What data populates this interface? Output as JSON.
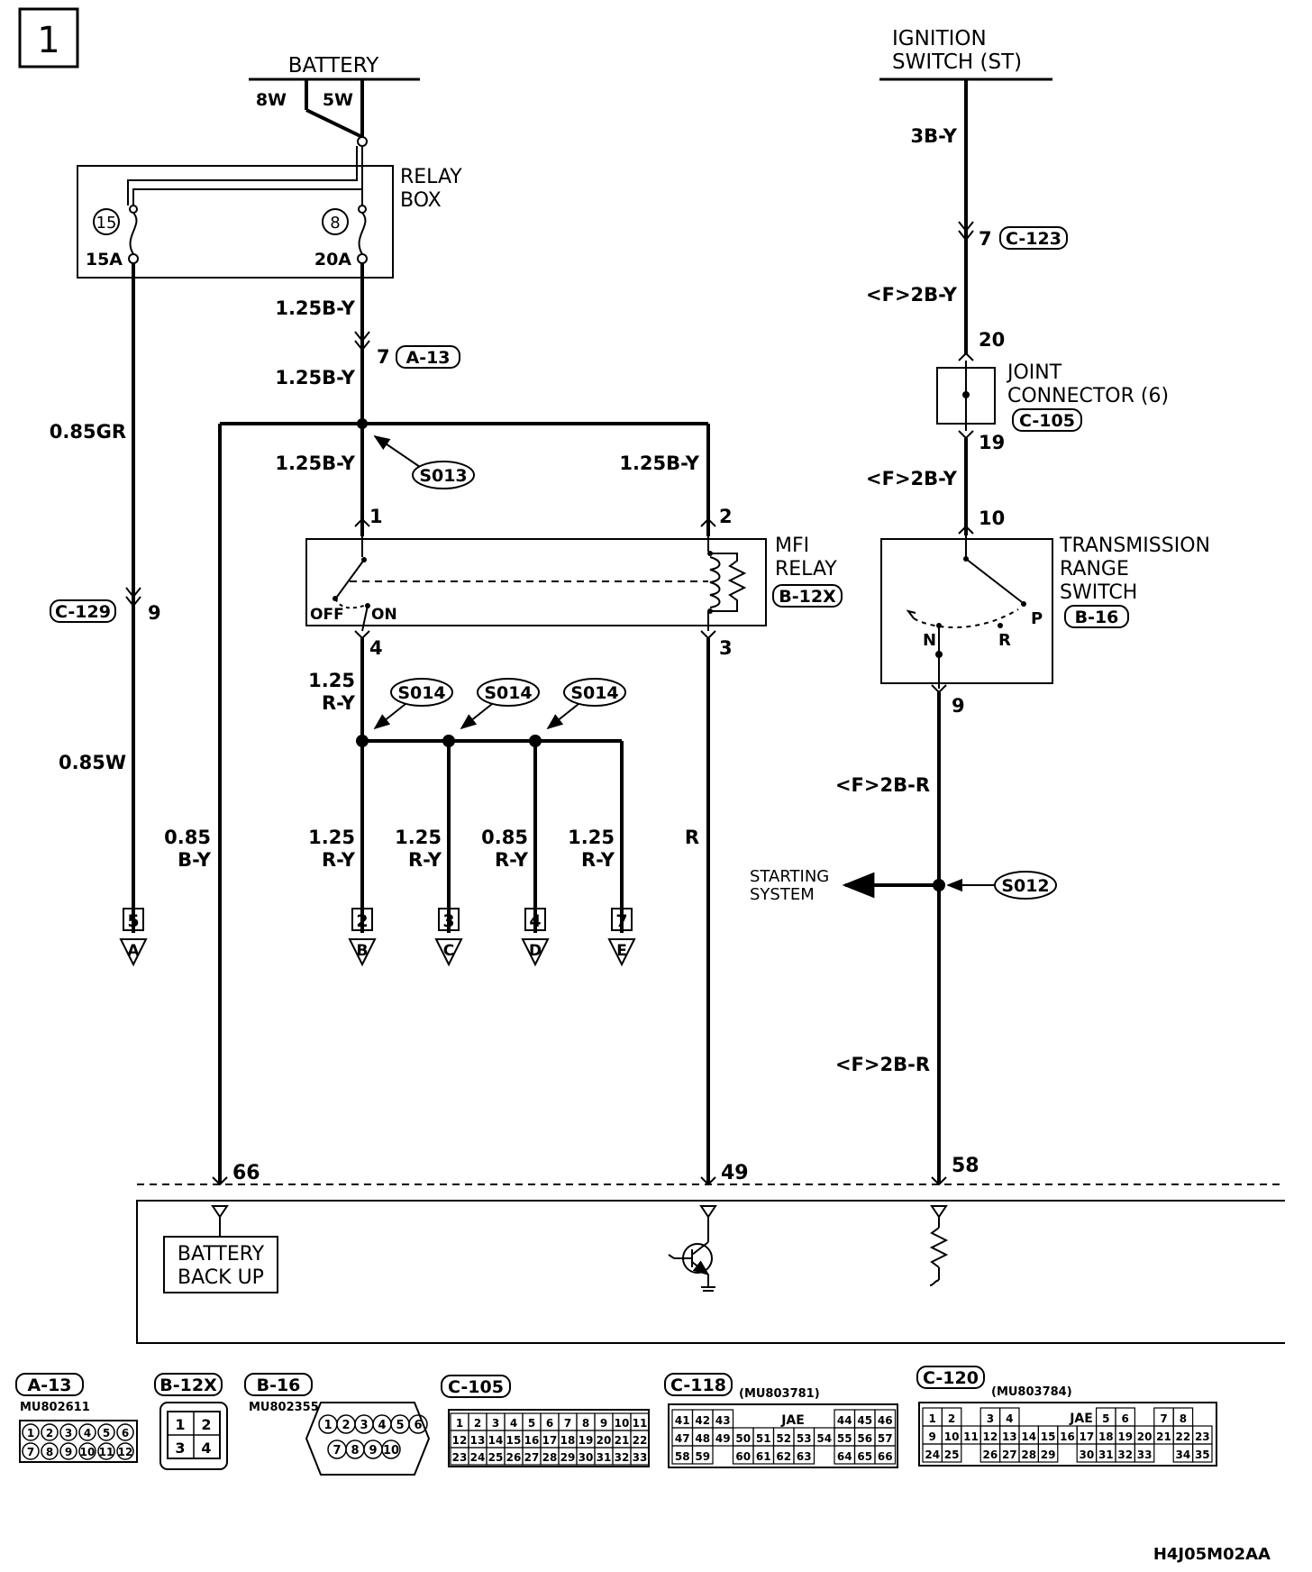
{
  "page_number": "1",
  "footer_code": "H4J05M02AA",
  "battery": {
    "label": "BATTERY",
    "wire_a": "8W",
    "wire_b": "5W"
  },
  "ignition": {
    "line1": "IGNITION",
    "line2": "SWITCH (ST)",
    "wire": "3B-Y",
    "pin": "7",
    "connector": "C-123",
    "wire_f": "<F>2B-Y"
  },
  "relay_box": {
    "line1": "RELAY",
    "line2": "BOX",
    "fuse_left_num": "15",
    "fuse_left_amp": "15A",
    "fuse_right_num": "8",
    "fuse_right_amp": "20A"
  },
  "wires": {
    "w_rb_out": "1.25B-Y",
    "w_after_a13": "1.25B-Y",
    "w_left_col": "0.85GR",
    "w_left_lower": "0.85W",
    "w_s013_left": "1.25B-Y",
    "w_s013_right": "1.25B-Y",
    "w_pin4_l1": "1.25",
    "w_pin4_l2": "R-Y",
    "w_by_l1": "0.85",
    "w_by_l2": "B-Y",
    "w_r": "R",
    "w_tr_out": "<F>2B-R",
    "w_tr_lower": "<F>2B-R",
    "w_jc_out": "<F>2B-Y"
  },
  "branches": [
    {
      "gauge": "1.25",
      "color": "R-Y",
      "pin": "2",
      "letter": "B"
    },
    {
      "gauge": "1.25",
      "color": "R-Y",
      "pin": "3",
      "letter": "C"
    },
    {
      "gauge": "0.85",
      "color": "R-Y",
      "pin": "4",
      "letter": "D"
    },
    {
      "gauge": "1.25",
      "color": "R-Y",
      "pin": "7",
      "letter": "E"
    }
  ],
  "term_a": {
    "pin": "5",
    "letter": "A"
  },
  "conn_a13": {
    "pin": "7",
    "name": "A-13"
  },
  "conn_c129": {
    "pin": "9",
    "name": "C-129"
  },
  "splices": {
    "s013": "S013",
    "s014": "S014",
    "s012": "S012"
  },
  "mfi_relay": {
    "line1": "MFI",
    "line2": "RELAY",
    "connector": "B-12X",
    "pin1": "1",
    "pin2": "2",
    "pin3": "3",
    "pin4": "4",
    "off": "OFF",
    "on": "ON"
  },
  "joint_connector": {
    "line1": "JOINT",
    "line2": "CONNECTOR (6)",
    "connector": "C-105",
    "pin_in": "20",
    "pin_out": "19"
  },
  "trs": {
    "line1": "TRANSMISSION",
    "line2": "RANGE",
    "line3": "SWITCH",
    "connector": "B-16",
    "pin_in": "10",
    "pin_out": "9",
    "n": "N",
    "r": "R",
    "p": "P"
  },
  "starting_system": {
    "line1": "STARTING",
    "line2": "SYSTEM"
  },
  "ecm": {
    "pin_66": "66",
    "pin_49": "49",
    "pin_58": "58",
    "backup_line1": "BATTERY",
    "backup_line2": "BACK UP"
  },
  "connector_views": [
    {
      "name": "A-13",
      "part": "MU802611"
    },
    {
      "name": "B-12X",
      "part": ""
    },
    {
      "name": "B-16",
      "part": "MU802355"
    },
    {
      "name": "C-105",
      "part": ""
    },
    {
      "name": "C-118",
      "part": "(MU803781)",
      "maker": "JAE"
    },
    {
      "name": "C-120",
      "part": "(MU803784)",
      "maker": "JAE"
    }
  ],
  "a13_pins": [
    "1",
    "2",
    "3",
    "4",
    "5",
    "6",
    "7",
    "8",
    "9",
    "10",
    "11",
    "12"
  ],
  "b12x_pins": [
    "1",
    "2",
    "3",
    "4"
  ],
  "b16_pins": [
    "1",
    "2",
    "3",
    "4",
    "5",
    "6",
    "7",
    "8",
    "9",
    "10"
  ],
  "c105_pins": [
    [
      "1",
      "2",
      "3",
      "4",
      "5",
      "6",
      "7",
      "8",
      "9",
      "10",
      "11"
    ],
    [
      "12",
      "13",
      "14",
      "15",
      "16",
      "17",
      "18",
      "19",
      "20",
      "21",
      "22"
    ],
    [
      "23",
      "24",
      "25",
      "26",
      "27",
      "28",
      "29",
      "30",
      "31",
      "32",
      "33"
    ]
  ],
  "c118_pins": [
    [
      "41",
      "42",
      "43",
      "",
      "",
      "",
      "",
      "",
      "44",
      "45",
      "46"
    ],
    [
      "47",
      "48",
      "49",
      "50",
      "51",
      "52",
      "53",
      "54",
      "55",
      "56",
      "57"
    ],
    [
      "58",
      "59",
      "",
      "60",
      "61",
      "62",
      "63",
      "",
      "64",
      "65",
      "66"
    ]
  ],
  "c120_pins": [
    [
      "1",
      "2",
      "",
      "3",
      "4",
      "",
      "",
      "",
      "",
      "5",
      "6",
      "",
      "7",
      "8"
    ],
    [
      "9",
      "10",
      "11",
      "12",
      "13",
      "14",
      "15",
      "16",
      "17",
      "18",
      "19",
      "20",
      "21",
      "22",
      "23"
    ],
    [
      "24",
      "25",
      "",
      "26",
      "27",
      "28",
      "29",
      "",
      "30",
      "31",
      "32",
      "33",
      "",
      "34",
      "35"
    ]
  ]
}
